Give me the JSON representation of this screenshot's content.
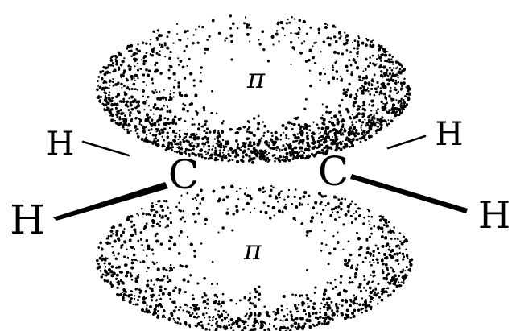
{
  "diagram": {
    "lobes": [
      {
        "id": "upper",
        "label": "π"
      },
      {
        "id": "lower",
        "label": "π"
      }
    ],
    "carbons": [
      {
        "id": "c-left",
        "label": "C"
      },
      {
        "id": "c-right",
        "label": "C"
      }
    ],
    "hydrogens": [
      {
        "id": "h-left-upper",
        "label": "H"
      },
      {
        "id": "h-left-lower",
        "label": "H"
      },
      {
        "id": "h-right-upper",
        "label": "H"
      },
      {
        "id": "h-right-lower",
        "label": "H"
      }
    ],
    "colors": {
      "ink": "#000000",
      "background": "#ffffff"
    }
  }
}
